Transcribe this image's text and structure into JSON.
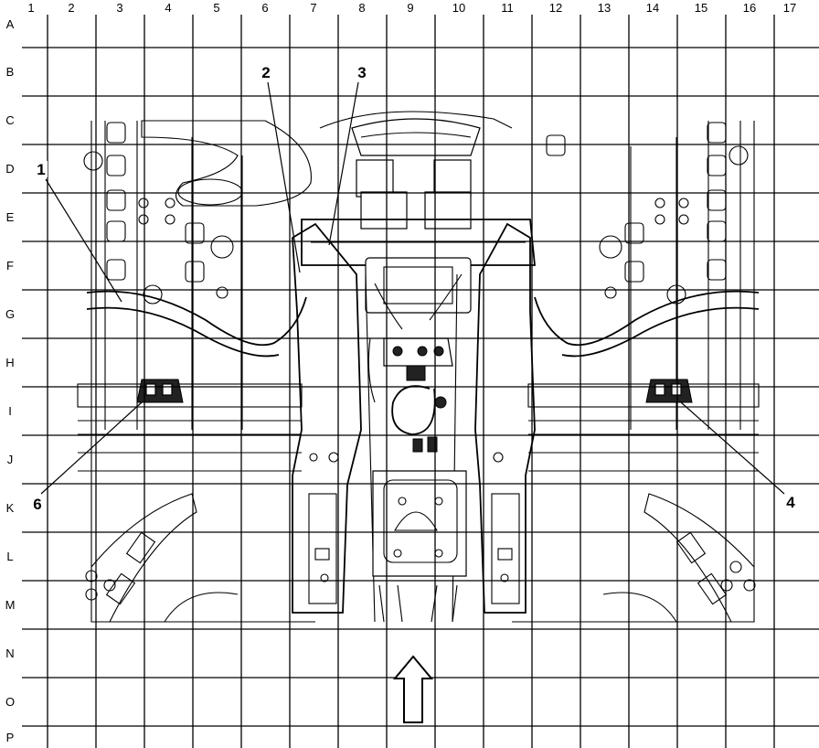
{
  "grid": {
    "columns": [
      "1",
      "2",
      "3",
      "4",
      "5",
      "6",
      "7",
      "8",
      "9",
      "10",
      "11",
      "12",
      "13",
      "14",
      "15",
      "16",
      "17"
    ],
    "rows": [
      "A",
      "B",
      "C",
      "D",
      "E",
      "F",
      "G",
      "H",
      "I",
      "J",
      "K",
      "L",
      "M",
      "N",
      "O",
      "P"
    ]
  },
  "callouts": [
    "1",
    "2",
    "3",
    "4",
    "6"
  ],
  "direction_arrow": "forward-arrow-icon"
}
